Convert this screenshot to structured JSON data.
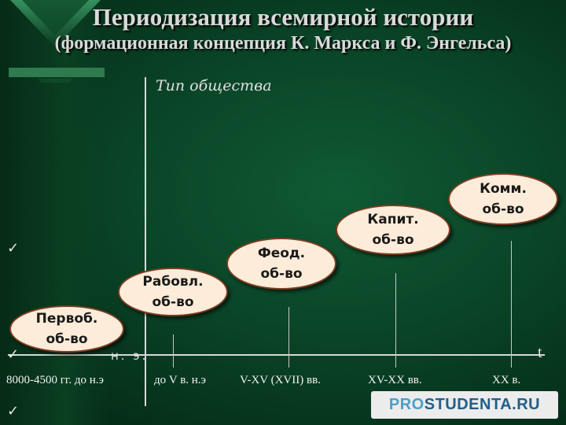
{
  "slide": {
    "title": "Периодизация всемирной истории",
    "subtitle": "(формационная концепция К. Маркса и Ф. Энгельса)"
  },
  "axes": {
    "y_label": "Тип общества",
    "x_label": "t",
    "era_marker": "н. э."
  },
  "formations": [
    {
      "line1": "Первоб.",
      "line2": "об-во"
    },
    {
      "line1": "Рабовл.",
      "line2": "об-во"
    },
    {
      "line1": "Феод.",
      "line2": "об-во"
    },
    {
      "line1": "Капит.",
      "line2": "об-во"
    },
    {
      "line1": "Комм.",
      "line2": "об-во"
    }
  ],
  "periods": [
    "8000-4500 гг. до н.э",
    "до V в. н.э",
    "V-XV (XVII) вв.",
    "XV-XX вв.",
    "XX в."
  ],
  "bullets": [
    "✓",
    "✓",
    "✓"
  ],
  "watermark": {
    "part1": "PRO",
    "part2": "STUDENTA.RU"
  },
  "icons": {
    "logo": "pyramid-logo-icon",
    "bullet": "checkmark-bullet-icon"
  }
}
